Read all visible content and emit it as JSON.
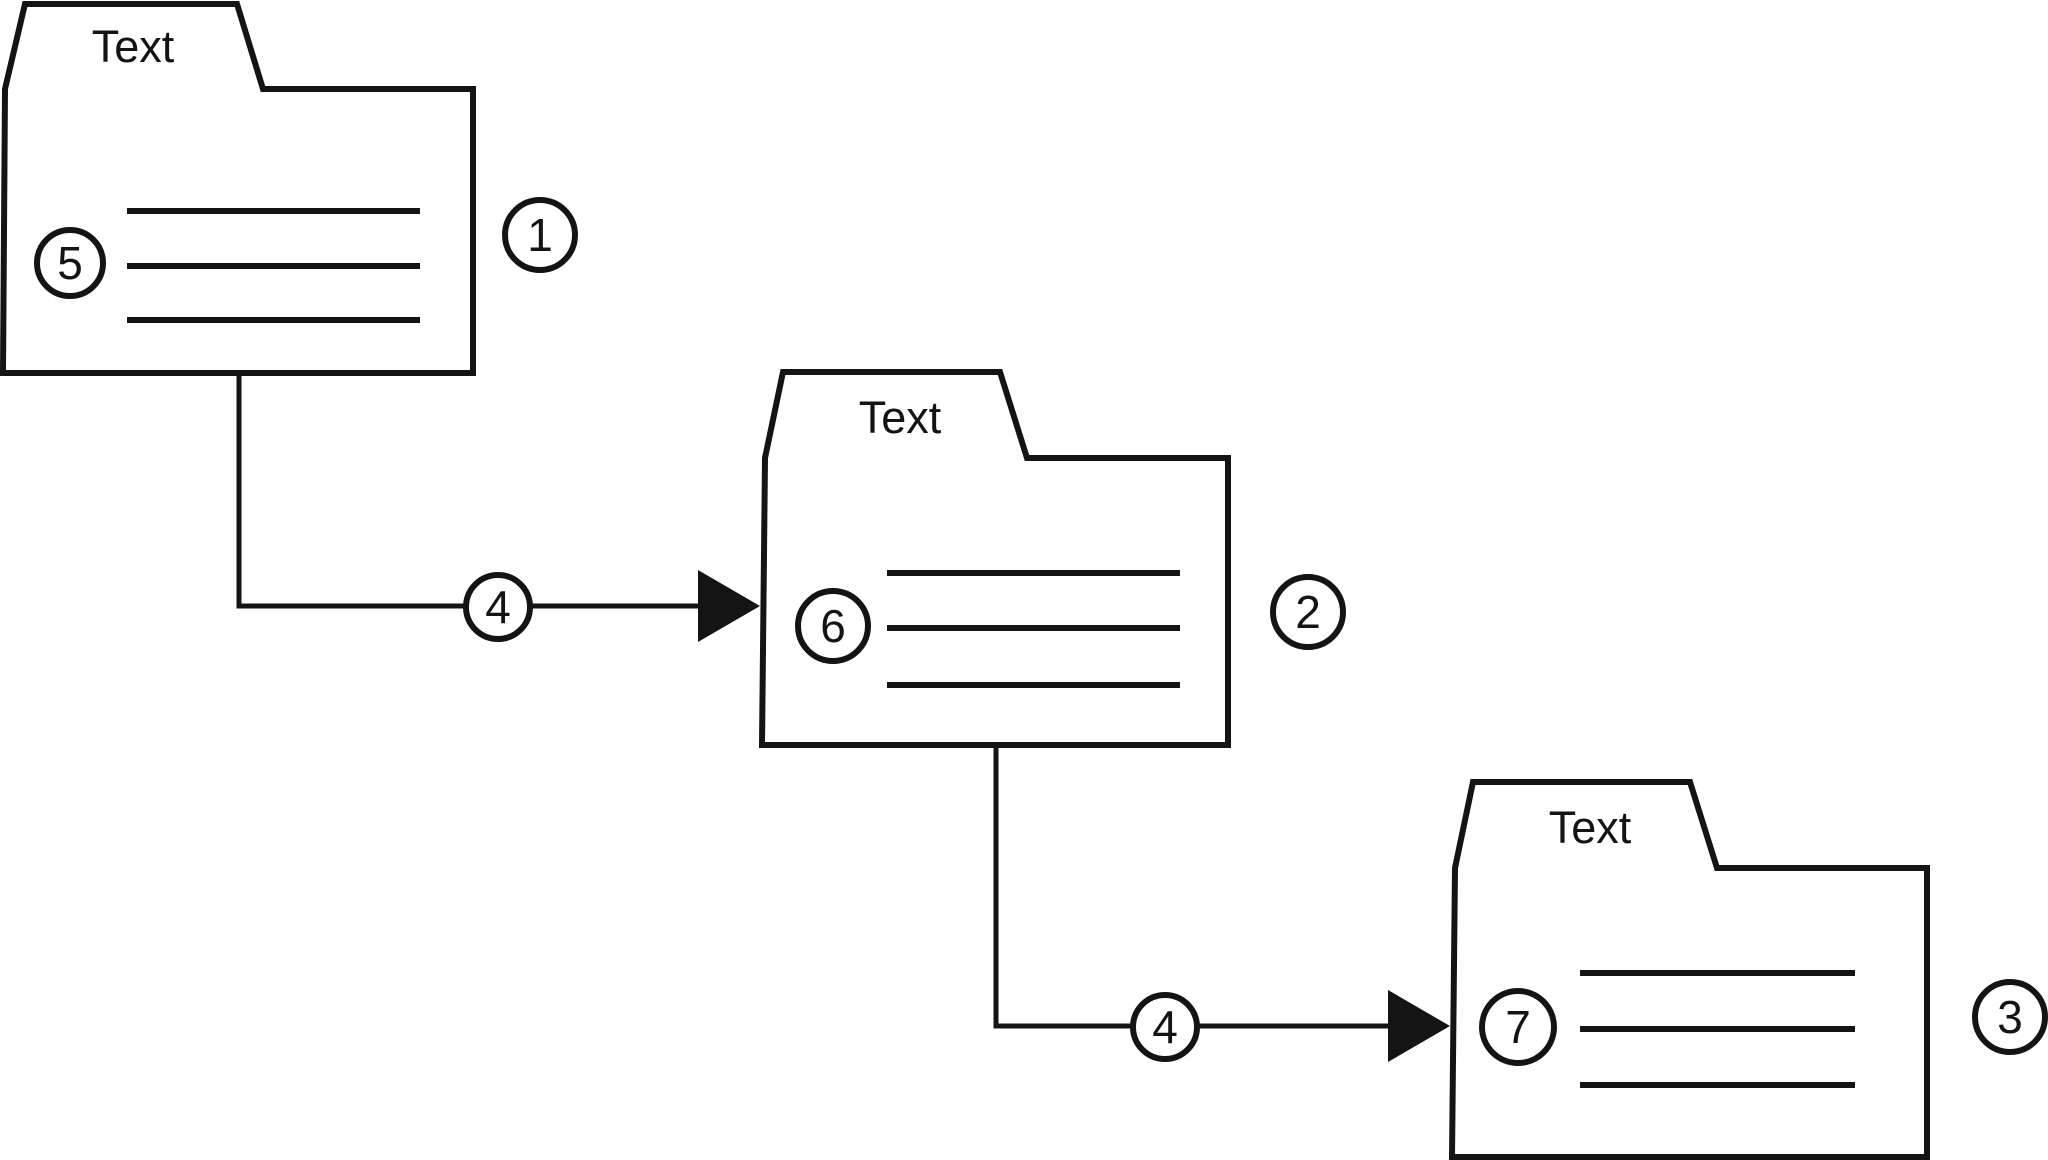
{
  "diagram": {
    "colors": {
      "stroke": "#141414",
      "background": "#ffffff"
    },
    "folders": [
      {
        "tab_label": "Text",
        "inner_badge": "5",
        "outer_badge": "1",
        "text_line_count": 3
      },
      {
        "tab_label": "Text",
        "inner_badge": "6",
        "outer_badge": "2",
        "text_line_count": 3
      },
      {
        "tab_label": "Text",
        "inner_badge": "7",
        "outer_badge": "3",
        "text_line_count": 3
      }
    ],
    "connectors": [
      {
        "from_badge": "1",
        "to_badge": "2",
        "label": "4"
      },
      {
        "from_badge": "2",
        "to_badge": "3",
        "label": "4"
      }
    ]
  }
}
